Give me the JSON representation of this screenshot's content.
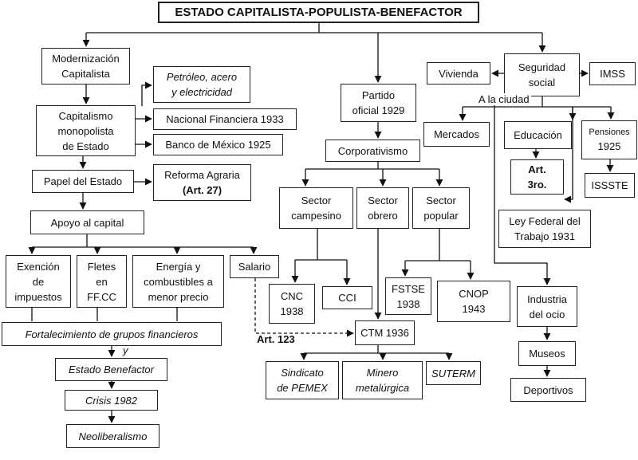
{
  "title": "ESTADO CAPITALISTA-POPULISTA-BENEFACTOR",
  "nodes": {
    "modernizacion": [
      "Modernización",
      "Capitalista"
    ],
    "petroleo": [
      "Petróleo, acero",
      "y electricidad"
    ],
    "capitalismo": [
      "Capitalismo",
      "monopolista",
      "de Estado"
    ],
    "nafin": "Nacional Financiera 1933",
    "banxico": "Banco de México 1925",
    "papel": "Papel del Estado",
    "reforma": "Reforma Agraria",
    "reforma_art": "(Art. 27)",
    "apoyo": "Apoyo al capital",
    "exencion": [
      "Exención",
      "de",
      "impuestos"
    ],
    "fletes": [
      "Fletes",
      "en",
      "FF.CC"
    ],
    "energia": [
      "Energía y",
      "combustibles a",
      "menor precio"
    ],
    "salario": "Salario",
    "fortalecimiento": "Fortalecimiento de grupos financieros",
    "y": "y",
    "estado_benefactor": "Estado Benefactor",
    "crisis": "Crisis 1982",
    "neoliberalismo": "Neoliberalismo",
    "partido": [
      "Partido",
      "oficial 1929"
    ],
    "corporativismo": "Corporativismo",
    "campesino": [
      "Sector",
      "campesino"
    ],
    "obrero": [
      "Sector",
      "obrero"
    ],
    "popular": [
      "Sector",
      "popular"
    ],
    "cnc": [
      "CNC",
      "1938"
    ],
    "cci": "CCI",
    "fstse": [
      "FSTSE",
      "1938"
    ],
    "cnop": [
      "CNOP",
      "1943"
    ],
    "ctm": "CTM 1936",
    "art123": "Art. 123",
    "sindicato": [
      "Sindicato",
      "de PEMEX"
    ],
    "minero": [
      "Minero",
      "metalúrgica"
    ],
    "suterm": "SUTERM",
    "vivienda": "Vivienda",
    "seguridad": [
      "Seguridad",
      "social"
    ],
    "imss": "IMSS",
    "ciudad": "A la ciudad",
    "mercados": "Mercados",
    "educacion": "Educación",
    "art3": [
      "Art.",
      "3ro."
    ],
    "pensiones": "Pensiones",
    "pensiones_year": "1925",
    "issste": "ISSSTE",
    "ley": [
      "Ley Federal del",
      "Trabajo 1931"
    ],
    "industria": [
      "Industria",
      "del ocio"
    ],
    "museos": "Museos",
    "deportivos": "Deportivos"
  }
}
